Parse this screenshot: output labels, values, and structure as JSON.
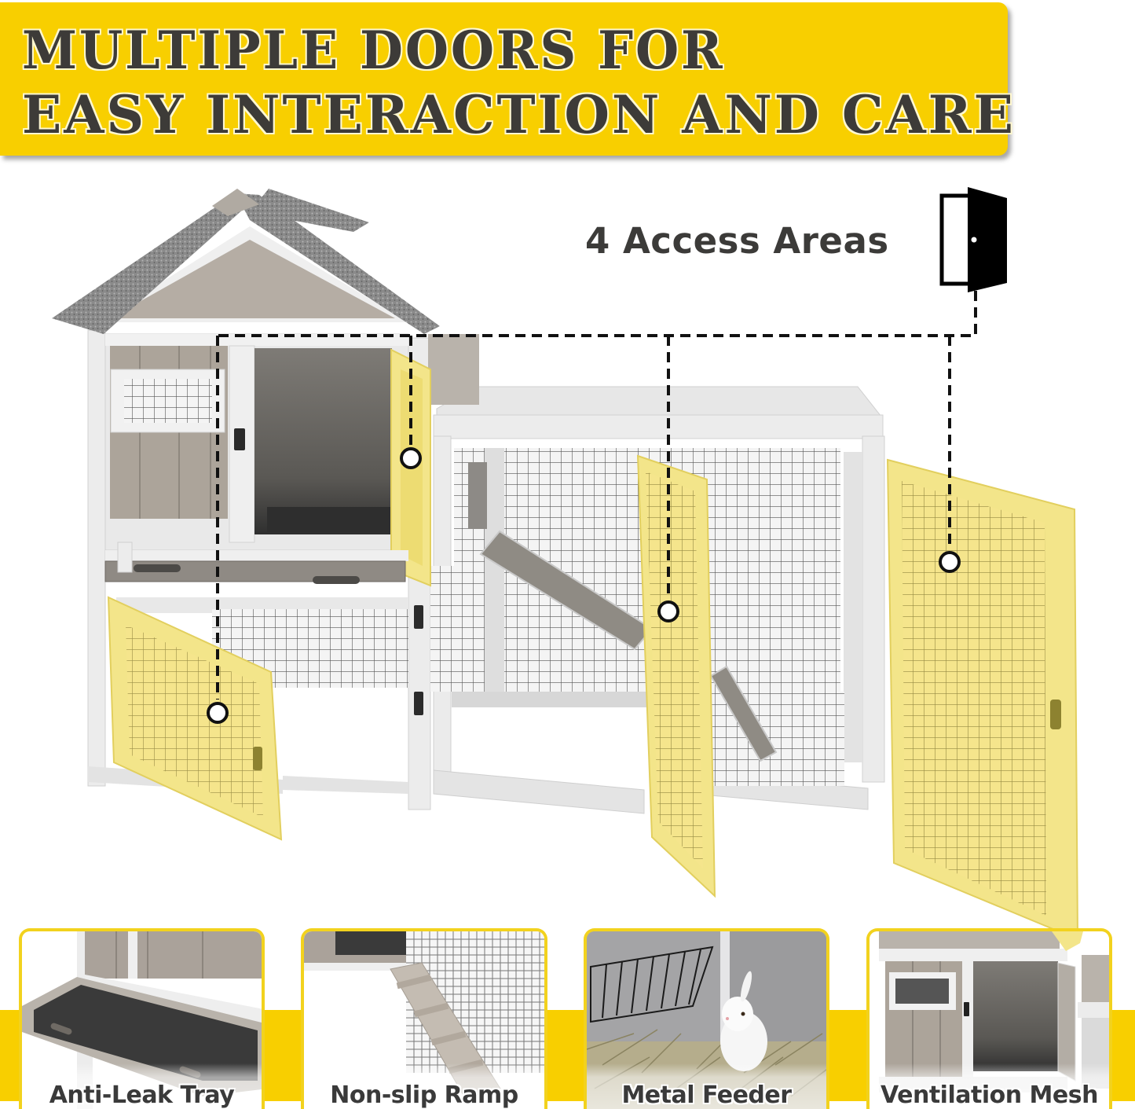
{
  "banner": {
    "line1": "MULTIPLE DOORS FOR",
    "line2": "EASY INTERACTION AND CARE",
    "background_color": "#f8cf00",
    "text_color": "#3d3b38"
  },
  "callout": {
    "label": "4 Access Areas",
    "icon": "open-door-icon"
  },
  "access_points": [
    {
      "name": "lower-run-front-door",
      "marker": "circle"
    },
    {
      "name": "upper-house-side-door",
      "marker": "circle"
    },
    {
      "name": "run-center-door",
      "marker": "circle"
    },
    {
      "name": "run-side-panel-door",
      "marker": "circle"
    }
  ],
  "accent_colors": {
    "highlight_door": "#f3e58a",
    "highlight_door_edge": "#e8d363",
    "strip": "#f8cf00",
    "card_border": "#f2d21e"
  },
  "features": [
    {
      "label": "Anti-Leak Tray",
      "icon": "tray-photo"
    },
    {
      "label": "Non-slip Ramp",
      "icon": "ramp-photo"
    },
    {
      "label": "Metal Feeder",
      "icon": "feeder-rabbit-photo"
    },
    {
      "label": "Ventilation Mesh",
      "icon": "mesh-window-photo"
    }
  ]
}
